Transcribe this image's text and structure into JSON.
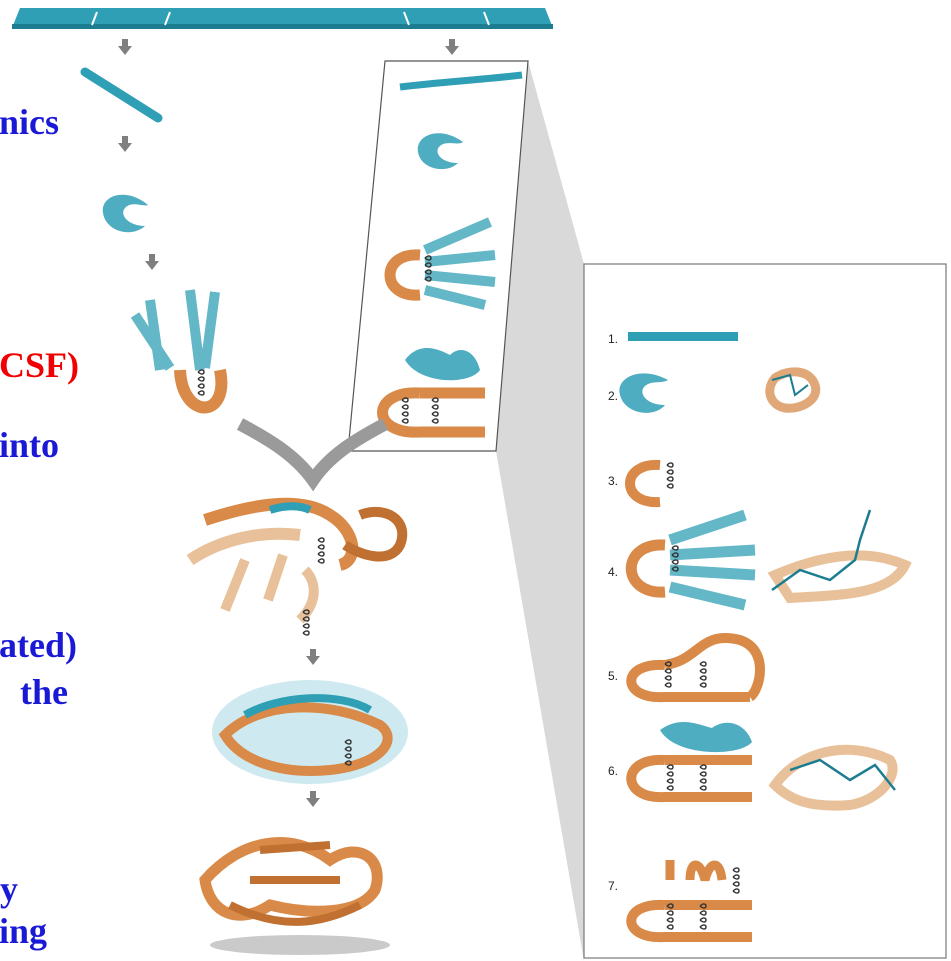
{
  "side_text": [
    "nics",
    "CSF)",
    "into",
    "ated)",
    "the",
    "y",
    "ing"
  ],
  "step_numbers": [
    "1.",
    "2.",
    "3.",
    "4.",
    "5.",
    "6.",
    "7."
  ],
  "colors": {
    "teal": "#2f9fb5",
    "orange": "#d98a48",
    "text_blue": "#1a1ad6",
    "text_red": "#f00000",
    "arrow_gray": "#7f7f7f",
    "panel_gray": "#d9d9d9"
  }
}
